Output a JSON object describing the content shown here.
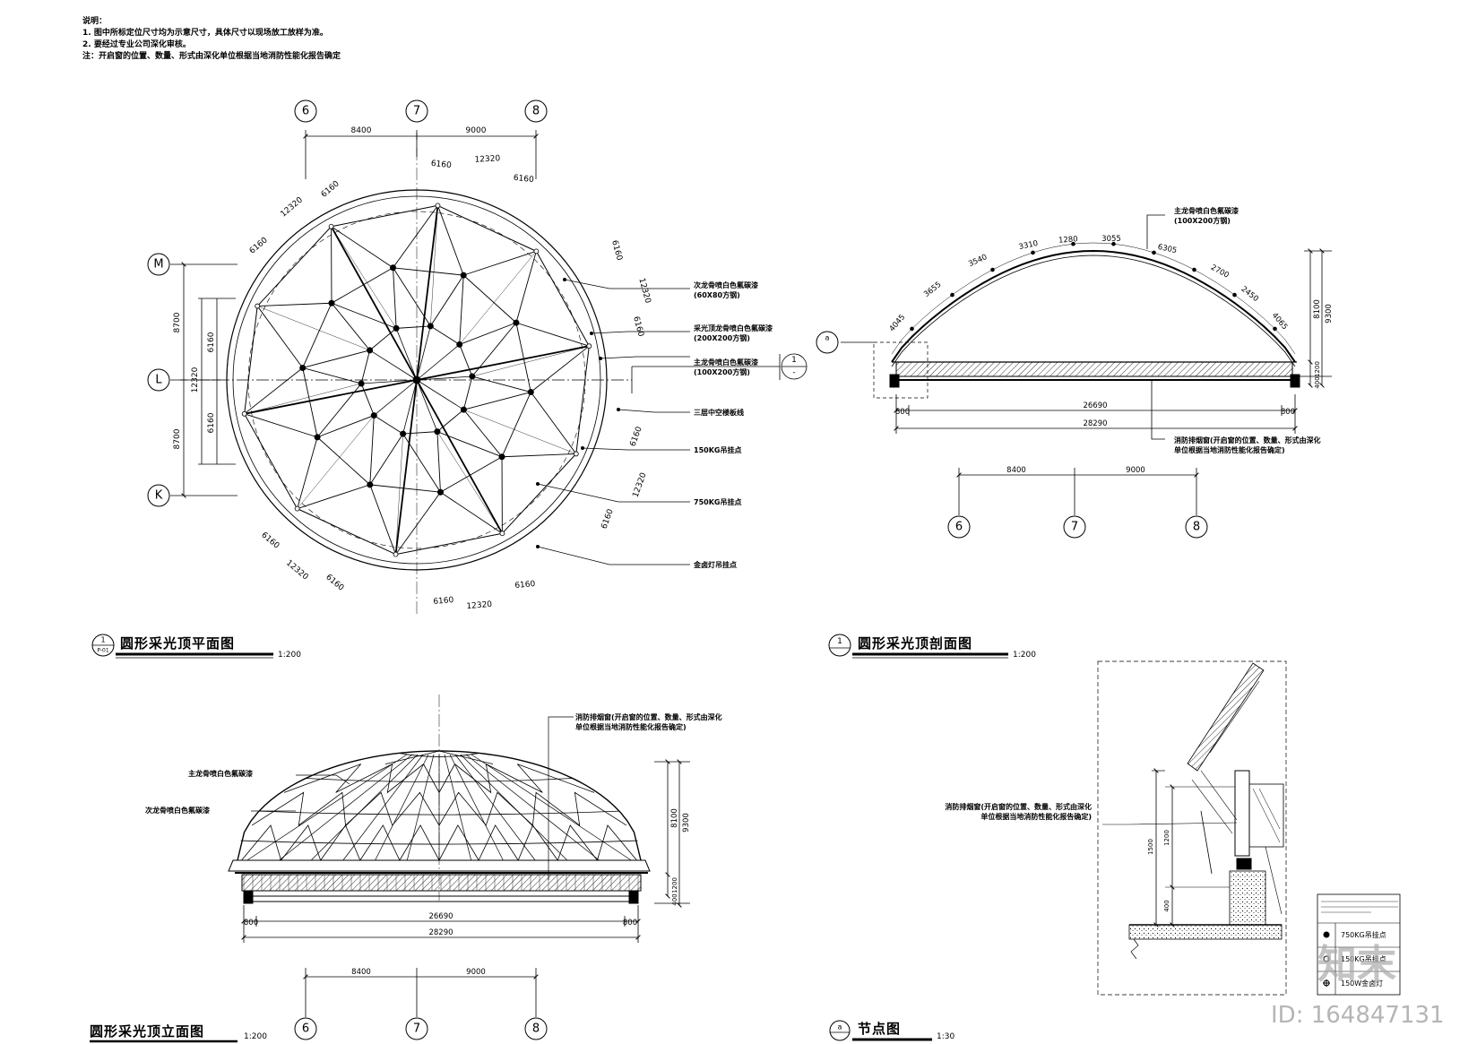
{
  "notes": {
    "heading": "说明：",
    "line1": "1. 图中所标定位尺寸均为示意尺寸，具体尺寸以现场放工放样为准。",
    "line2": "2. 要经过专业公司深化审核。",
    "line3": "注：开启窗的位置、数量、形式由深化单位根据当地消防性能化报告确定"
  },
  "grid": {
    "g6": "6",
    "g7": "7",
    "g8": "8",
    "gM": "M",
    "gL": "L",
    "gK": "K",
    "secA": "a",
    "secOne": "1",
    "secDash": "-"
  },
  "dims": {
    "d8400": "8400",
    "d9000": "9000",
    "d12320": "12320",
    "d6160": "6160",
    "d8700": "8700",
    "d26690": "26690",
    "d28290": "28290",
    "d800": "800",
    "d8100": "8100",
    "d9300": "9300",
    "d1200": "1200",
    "d400": "400",
    "d3055": "3055",
    "d1280": "1280",
    "d3310": "3310",
    "d3540": "3540",
    "d3655": "3655",
    "d4045": "4045",
    "d6305": "6305",
    "d2700": "2700",
    "d2450": "2450",
    "d4065": "4065",
    "d1500": "1500"
  },
  "plan": {
    "ann1a": "次龙骨喷白色氟碳漆",
    "ann1b": "(60X80方钢)",
    "ann2a": "采光顶龙骨喷白色氟碳漆",
    "ann2b": "(200X200方钢)",
    "ann3a": "主龙骨喷白色氟碳漆",
    "ann3b": "(100X200方钢)",
    "ann4": "三层中空楼板线",
    "ann5": "150KG吊挂点",
    "ann6": "750KG吊挂点",
    "ann7": "金卤灯吊挂点",
    "titleNo": "1",
    "titleSub": "P-01",
    "title": "圆形采光顶平面图",
    "scale": "1:200"
  },
  "section": {
    "ann1a": "主龙骨喷白色氟碳漆",
    "ann1b": "(100X200方钢)",
    "ann2a": "消防排烟窗(开启窗的位置、数量、形式由深化",
    "ann2b": "单位根据当地消防性能化报告确定)",
    "titleNo": "1",
    "title": "圆形采光顶剖面图",
    "scale": "1:200"
  },
  "elevation": {
    "ann1": "主龙骨喷白色氟碳漆",
    "ann2": "次龙骨喷白色氟碳漆",
    "ann3a": "消防排烟窗(开启窗的位置、数量、形式由深化",
    "ann3b": "单位根据当地消防性能化报告确定)",
    "title": "圆形采光顶立面图",
    "scale": "1:200"
  },
  "detail": {
    "ann1a": "消防排烟窗(开启窗的位置、数量、形式由深化",
    "ann1b": "单位根据当地消防性能化报告确定)",
    "titleNo": "a",
    "title": "节点图",
    "scale": "1:30"
  },
  "legend": {
    "row1": "750KG吊挂点",
    "row2": "150KG吊挂点",
    "row3": "150W金卤灯"
  },
  "watermark": {
    "brand": "知末",
    "id": "ID: 164847131"
  }
}
